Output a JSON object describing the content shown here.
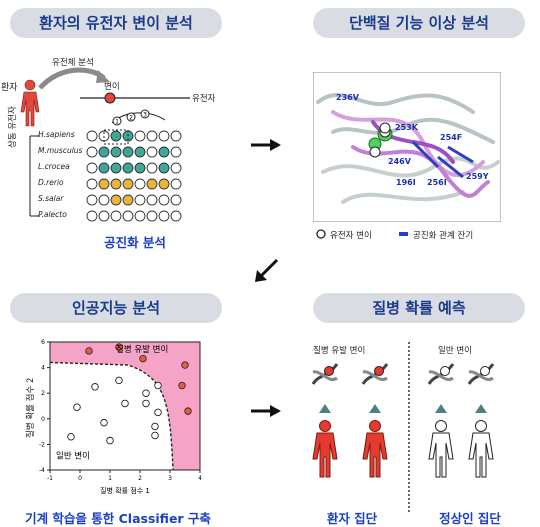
{
  "panels": {
    "patient_variant": {
      "title": "환자의 유전자 변이 분석",
      "caption": "공진화 분석"
    },
    "protein": {
      "title": "단백질 기능 이상 분석"
    },
    "ai": {
      "title": "인공지능 분석",
      "caption": "기계 학습을 통한 Classifier 구축"
    },
    "risk": {
      "title": "질병 확률 예측"
    }
  },
  "variant_panel": {
    "patient_label": "환자",
    "genome_analysis_label": "유전체 분석",
    "variant_label": "변이",
    "gene_label": "유전자",
    "homolog_label": "상동 유전자",
    "species": [
      "H.sapiens",
      "M.musculus",
      "L.crocea",
      "D.rerio",
      "S.salar",
      "P.alecto"
    ],
    "step_numbers": [
      "1",
      "2",
      "3"
    ],
    "colors": {
      "red": "#e2473d",
      "teal": "#3ea69a",
      "gold": "#e8b53a",
      "empty": "#ffffff"
    }
  },
  "protein_panel": {
    "residue_labels": [
      "236V",
      "253K",
      "254F",
      "246V",
      "259Y",
      "196I",
      "256I"
    ],
    "legend": {
      "variant": "유전자 변이",
      "coevolution": "공진화 관계 잔기"
    }
  },
  "chart_data": {
    "type": "scatter",
    "xlabel": "질병 확률 점수 1",
    "ylabel": "질병 확률 점수 2",
    "xlim": [
      -1,
      4
    ],
    "ylim": [
      -4,
      6
    ],
    "xticks": [
      "-1",
      "0",
      "1",
      "2",
      "3",
      "4"
    ],
    "yticks": [
      "-4",
      "-2",
      "0",
      "2",
      "4",
      "6"
    ],
    "region_labels": {
      "disease": "질병 유발 변이",
      "normal": "일반 변이"
    },
    "series": [
      {
        "name": "질병 유발 변이",
        "points": [
          [
            0.3,
            5.3
          ],
          [
            1.3,
            5.6
          ],
          [
            2.1,
            4.7
          ],
          [
            3.5,
            4.2
          ],
          [
            3.4,
            2.6
          ],
          [
            3.6,
            0.6
          ]
        ]
      },
      {
        "name": "일반 변이",
        "points": [
          [
            0.5,
            2.5
          ],
          [
            1.3,
            3.0
          ],
          [
            -0.1,
            0.9
          ],
          [
            0.8,
            -0.3
          ],
          [
            1.5,
            1.2
          ],
          [
            2.2,
            2.0
          ],
          [
            2.6,
            2.6
          ],
          [
            2.5,
            -0.6
          ],
          [
            -0.3,
            -1.4
          ],
          [
            1.0,
            -1.7
          ],
          [
            2.2,
            1.2
          ],
          [
            2.6,
            0.5
          ],
          [
            2.5,
            -1.3
          ]
        ]
      }
    ]
  },
  "risk_panel": {
    "group_disease_variant": "질병 유발 변이",
    "group_normal_variant": "일반 변이",
    "patient_group": "환자 집단",
    "normal_group": "정상인 집단",
    "colors": {
      "patient": "#e53a2f"
    }
  }
}
